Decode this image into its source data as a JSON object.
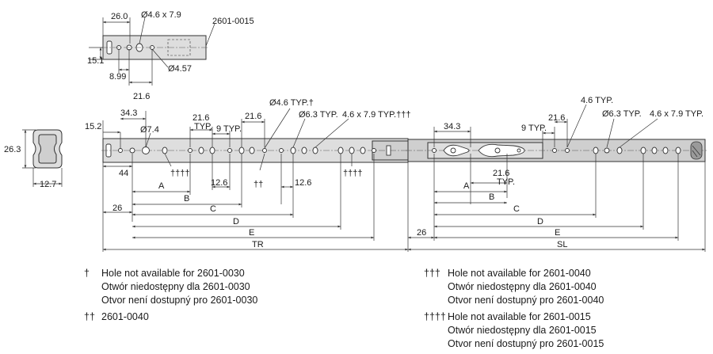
{
  "dims": {
    "top_26_0": "26.0",
    "top_hole_slot": "Ø4.6 x 7.9",
    "top_part": "2601-0015",
    "top_15_1": "15.1",
    "top_8_99": "8.99",
    "top_hole_457": "Ø4.57",
    "top_21_6": "21.6",
    "sec_26_3": "26.3",
    "sec_12_7": "12.7",
    "m_15_2": "15.2",
    "m_34_3": "34.3",
    "m_hole_74": "Ø7.4",
    "m_21_6_typ": "21.6",
    "m_typ_label": "TYP.",
    "m_9_typ": "9 TYP.",
    "m_21_6b": "21.6",
    "m_hole46_typ": "Ø4.6 TYP.†",
    "m_hole63_typ": "Ø6.3 TYP.",
    "m_slot_typ": "4.6 x 7.9 TYP.†††",
    "m_44": "44",
    "m_dagger4": "††††",
    "m_12_6a": "12.6",
    "m_dagger2": "††",
    "m_12_6b": "12.6",
    "m_dagger4b": "††††",
    "m_A": "A",
    "m_B": "B",
    "m_C": "C",
    "m_D": "D",
    "m_E": "E",
    "m_26": "26",
    "m_TR": "TR",
    "r_34_3": "34.3",
    "r_9_typ": "9 TYP.",
    "r_21_6": "21.6",
    "r_46_typ": "4.6 TYP.",
    "r_hole63_typ": "Ø6.3 TYP.",
    "r_slot_typ": "4.6 x 7.9 TYP.",
    "r_21_6_typ": "21.6",
    "r_typ_label": "TYP.",
    "r_A": "A",
    "r_B": "B",
    "r_C": "C",
    "r_D": "D",
    "r_E": "E",
    "r_26": "26",
    "r_SL": "SL"
  },
  "notes": {
    "n1_sym": "†",
    "n1_l1": "Hole not available for 2601-0030",
    "n1_l2": "Otwór niedostępny dla 2601-0030",
    "n1_l3": "Otvor není dostupný pro 2601-0030",
    "n2_sym": "††",
    "n2_l1": "2601-0040",
    "n3_sym": "†††",
    "n3_l1": "Hole not available for 2601-0040",
    "n3_l2": "Otwór niedostępny dla 2601-0040",
    "n3_l3": "Otvor není dostupný pro 2601-0040",
    "n4_sym": "††††",
    "n4_l1": "Hole not available for 2601-0015",
    "n4_l2": "Otwór niedostępny dla 2601-0015",
    "n4_l3": "Otvor není dostupný pro 2601-0015"
  }
}
